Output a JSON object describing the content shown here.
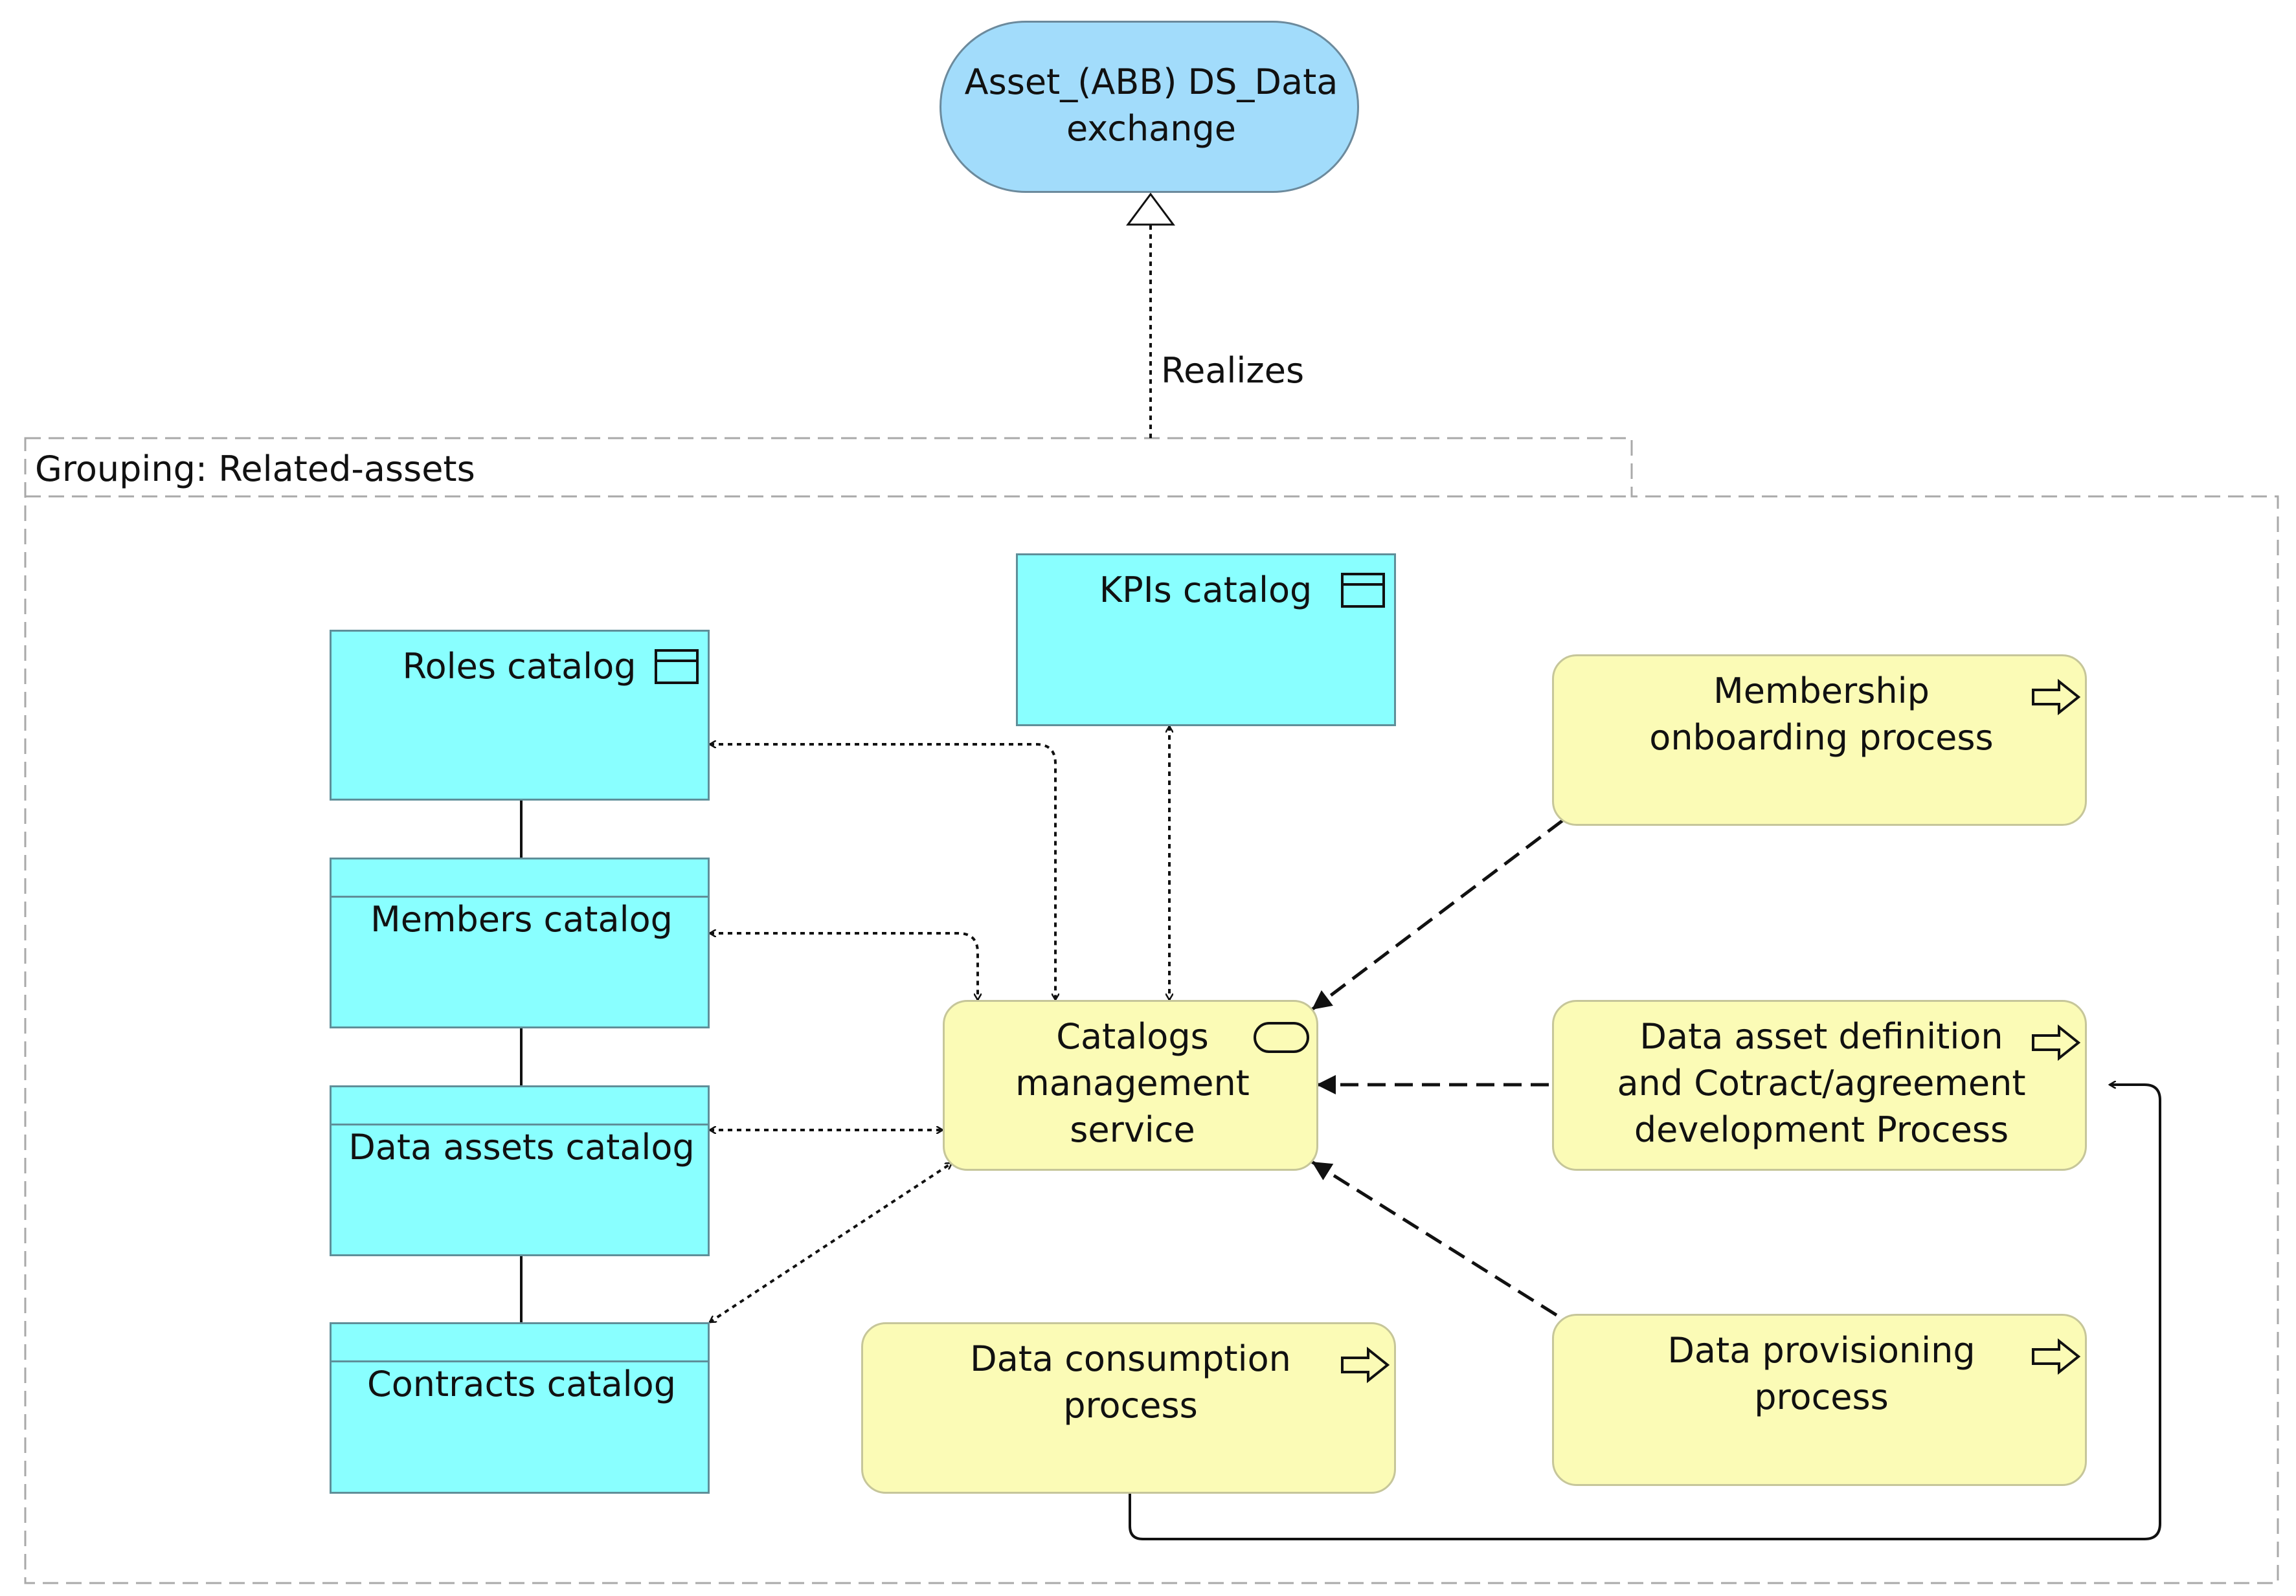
{
  "colors": {
    "asset_fill": "#a2dcfb",
    "object_fill": "#89ffff",
    "process_fill": "#fbfbb6",
    "line": "#111111",
    "group_border": "#a9a9a9"
  },
  "asset": {
    "label_line1": "Asset_(ABB) DS_Data",
    "label_line2": "exchange"
  },
  "realizes_label": "Realizes",
  "group": {
    "label": "Grouping: Related-assets"
  },
  "objects": {
    "roles": {
      "label": "Roles catalog",
      "icon": "business-object-icon"
    },
    "kpis": {
      "label": "KPIs catalog",
      "icon": "business-object-icon"
    },
    "members": {
      "label": "Members catalog"
    },
    "data_assets": {
      "label": "Data assets catalog"
    },
    "contracts": {
      "label": "Contracts catalog"
    }
  },
  "service": {
    "line1": "Catalogs",
    "line2": "management",
    "line3": "service",
    "icon": "service-icon"
  },
  "processes": {
    "membership": {
      "line1": "Membership",
      "line2": "onboarding process",
      "icon": "process-arrow-icon"
    },
    "definition": {
      "line1": "Data asset definition",
      "line2": "and Cotract/agreement",
      "line3": "development Process",
      "icon": "process-arrow-icon"
    },
    "provisioning": {
      "line1": "Data provisioning",
      "line2": "process",
      "icon": "process-arrow-icon"
    },
    "consumption": {
      "line1": "Data consumption",
      "line2": "process",
      "icon": "process-arrow-icon"
    }
  }
}
